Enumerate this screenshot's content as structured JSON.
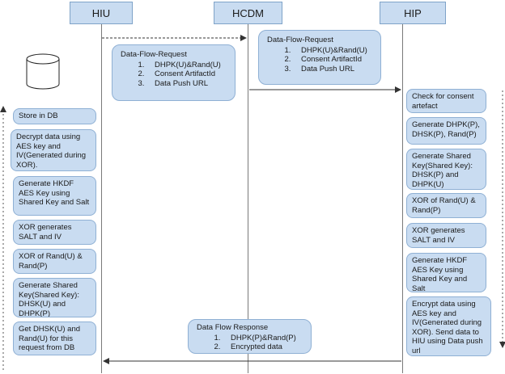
{
  "actors": {
    "hiu": "HIU",
    "hcdm": "HCDM",
    "hip": "HIP"
  },
  "request_hiu": {
    "title": "Data-Flow-Request",
    "items": [
      "DHPK(U)&Rand(U)",
      "Consent ArtifactId",
      "Data Push URL"
    ]
  },
  "request_hcdm": {
    "title": "Data-Flow-Request",
    "items": [
      "DHPK(U)&Rand(U)",
      "Consent ArtifactId",
      "Data Push URL"
    ]
  },
  "response": {
    "title": "Data Flow Response",
    "items": [
      "DHPK(P)&Rand(P)",
      "Encrypted data"
    ]
  },
  "hiu_steps": [
    "Store in DB",
    "Decrypt data using AES key and IV(Generated during XOR).",
    "Generate  HKDF AES Key using Shared Key and Salt",
    "XOR generates SALT and IV",
    "XOR of Rand(U) & Rand(P)",
    "Generate Shared Key(Shared Key): DHSK(U) and DHPK(P)",
    "Get DHSK(U) and Rand(U) for this request from DB"
  ],
  "hip_steps": [
    "Check for consent artefact",
    "Generate DHPK(P), DHSK(P), Rand(P)",
    "Generate Shared Key(Shared Key): DHSK(P) and DHPK(U)",
    "XOR of Rand(U) & Rand(P)",
    "XOR generates SALT and IV",
    "Generate  HKDF AES Key using Shared Key and Salt",
    "Encrypt data using AES key and IV(Generated during XOR). Send data to HIU using Data push url"
  ]
}
